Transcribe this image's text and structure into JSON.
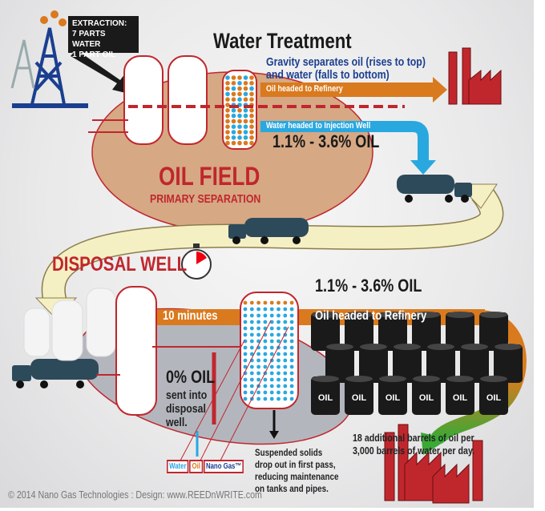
{
  "extraction_label": [
    "EXTRACTION:",
    "7 PARTS WATER",
    "1 PART OIL"
  ],
  "title": "Water Treatment",
  "gravity_text": [
    "Gravity separates oil (rises to top)",
    "and water (falls to bottom)"
  ],
  "oil_to_refinery_top": "Oil headed to Refinery",
  "water_to_injection": "Water headed to Injection Well",
  "oil_pct_top": "1.1% - 3.6% OIL",
  "oil_field": "OIL FIELD",
  "primary_separation": "PRIMARY SEPARATION",
  "disposal_well": "DISPOSAL WELL",
  "ten_minutes": "10 minutes",
  "oil_pct_bottom": "1.1% - 3.6% OIL",
  "oil_to_refinery_bottom": "Oil headed to Refinery",
  "zero_oil": "0% OIL",
  "zero_oil_sub": [
    "sent into",
    "disposal",
    "well."
  ],
  "barrel_label": "OIL",
  "barrel_count": 18,
  "barrels_text": [
    "18 additional barrels of oil per",
    "3,000 barrels of water per day."
  ],
  "solids_text": [
    "Suspended solids",
    "drop out in first pass,",
    "reducing maintenance",
    "on tanks and pipes."
  ],
  "legend": {
    "water": "Water",
    "oil": "Oil",
    "nano_gas": "Nano Gas™"
  },
  "copyright": "© 2014 Nano Gas Technologies : Design: www.REEDnWRITE.com",
  "colors": {
    "red": "#c0272d",
    "orange": "#d97a1e",
    "blue": "#1b3f8f",
    "water_blue": "#29a8e0",
    "cream": "#f5efc4"
  }
}
